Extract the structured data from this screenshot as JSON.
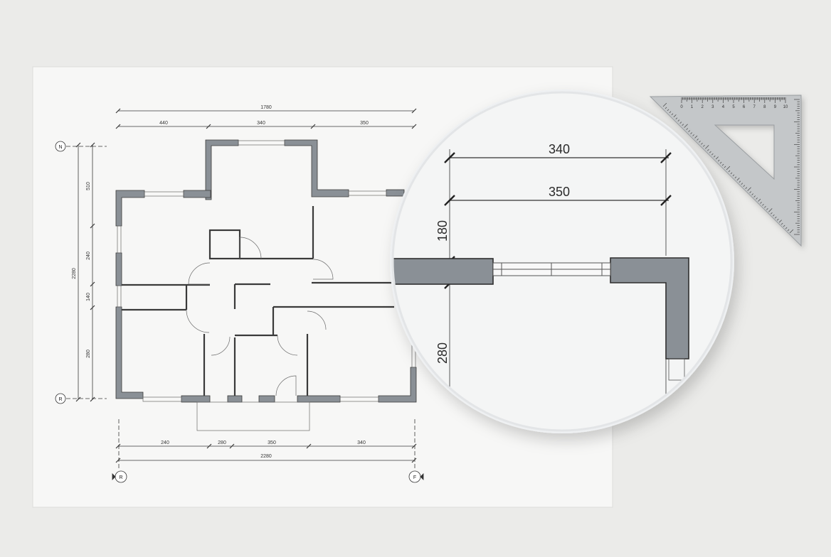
{
  "plan": {
    "overall_top": "1780",
    "top_dims": [
      "440",
      "340",
      "350"
    ],
    "left_total": "2280",
    "left_dims": [
      "510",
      "240",
      "140",
      "280"
    ],
    "bottom_dims": [
      "240",
      "280",
      "350",
      "340"
    ],
    "bottom_total": "2280",
    "axis_top_left": "N",
    "axis_bottom_left": "R",
    "axis_bottom_a": "R",
    "axis_bottom_b": "F"
  },
  "magnifier": {
    "dim_top": "340",
    "dim_middle": "350",
    "dim_left_upper": "180",
    "dim_left_lower": "280"
  },
  "ruler": {
    "marks": [
      "0",
      "1",
      "2",
      "3",
      "4",
      "5",
      "6",
      "7",
      "8",
      "9",
      "10"
    ]
  },
  "colors": {
    "background": "#ebebe9",
    "paper": "#f7f7f6",
    "wall": "#8a9096",
    "line": "#3a3a3a",
    "ruler": "#c4c7c9"
  }
}
